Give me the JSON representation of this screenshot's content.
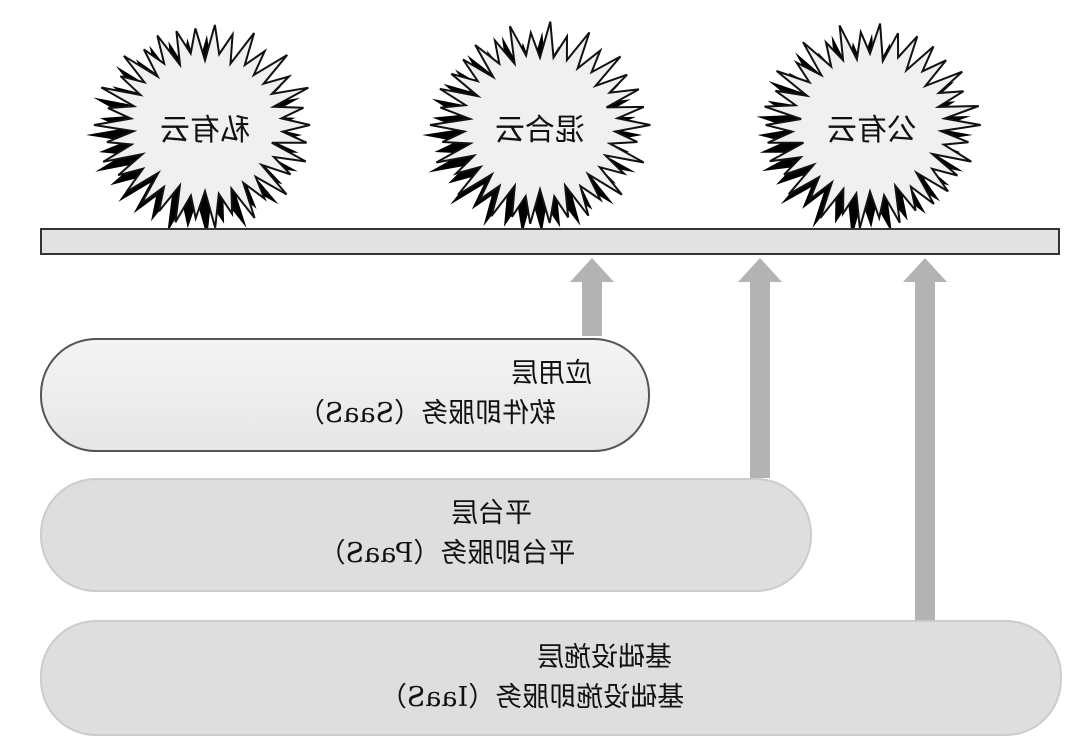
{
  "clouds": [
    {
      "label": "私有云"
    },
    {
      "label": "混合云"
    },
    {
      "label": "公有云"
    }
  ],
  "layers": [
    {
      "name": "应用层",
      "service": "软件即服务（SaaS）"
    },
    {
      "name": "平台层",
      "service": "平台即服务（PaaS）"
    },
    {
      "name": "基础设施层",
      "service": "基础设施即服务（IaaS）"
    }
  ],
  "colors": {
    "bar": "#e2e2e2",
    "arrow": "#b3b3b3",
    "pill": "#dedede"
  }
}
